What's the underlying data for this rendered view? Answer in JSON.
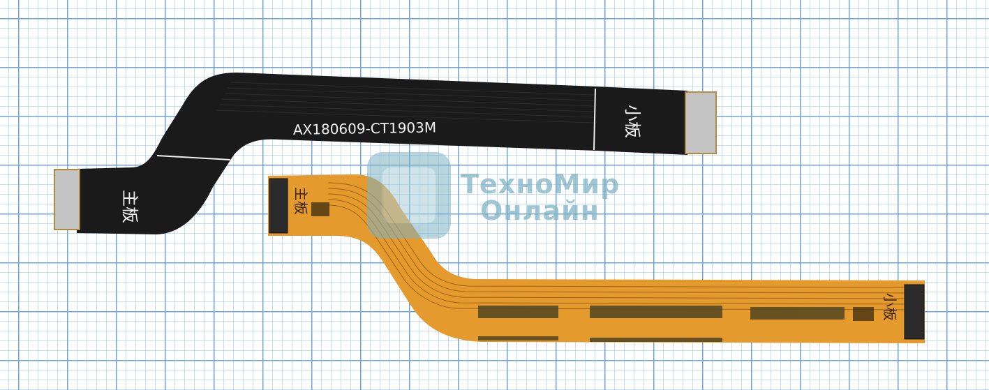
{
  "photo": {
    "black_cable": {
      "marking": "AX180609-CT1903M",
      "left_end_label": "主板",
      "right_end_label": "小板"
    },
    "orange_cable": {
      "left_end_label": "主板",
      "right_end_label": "小板"
    },
    "watermark": {
      "line1": "ТехноМир",
      "line2": "Онлайн"
    }
  },
  "colors": {
    "grid_major": "#69a0d2",
    "grid_minor": "#96c3e6",
    "black_cable": "#1a1a1a",
    "orange_cable": "#e59a2e",
    "contact_pad": "#c7c7c7",
    "watermark": "#7fb3c4"
  }
}
